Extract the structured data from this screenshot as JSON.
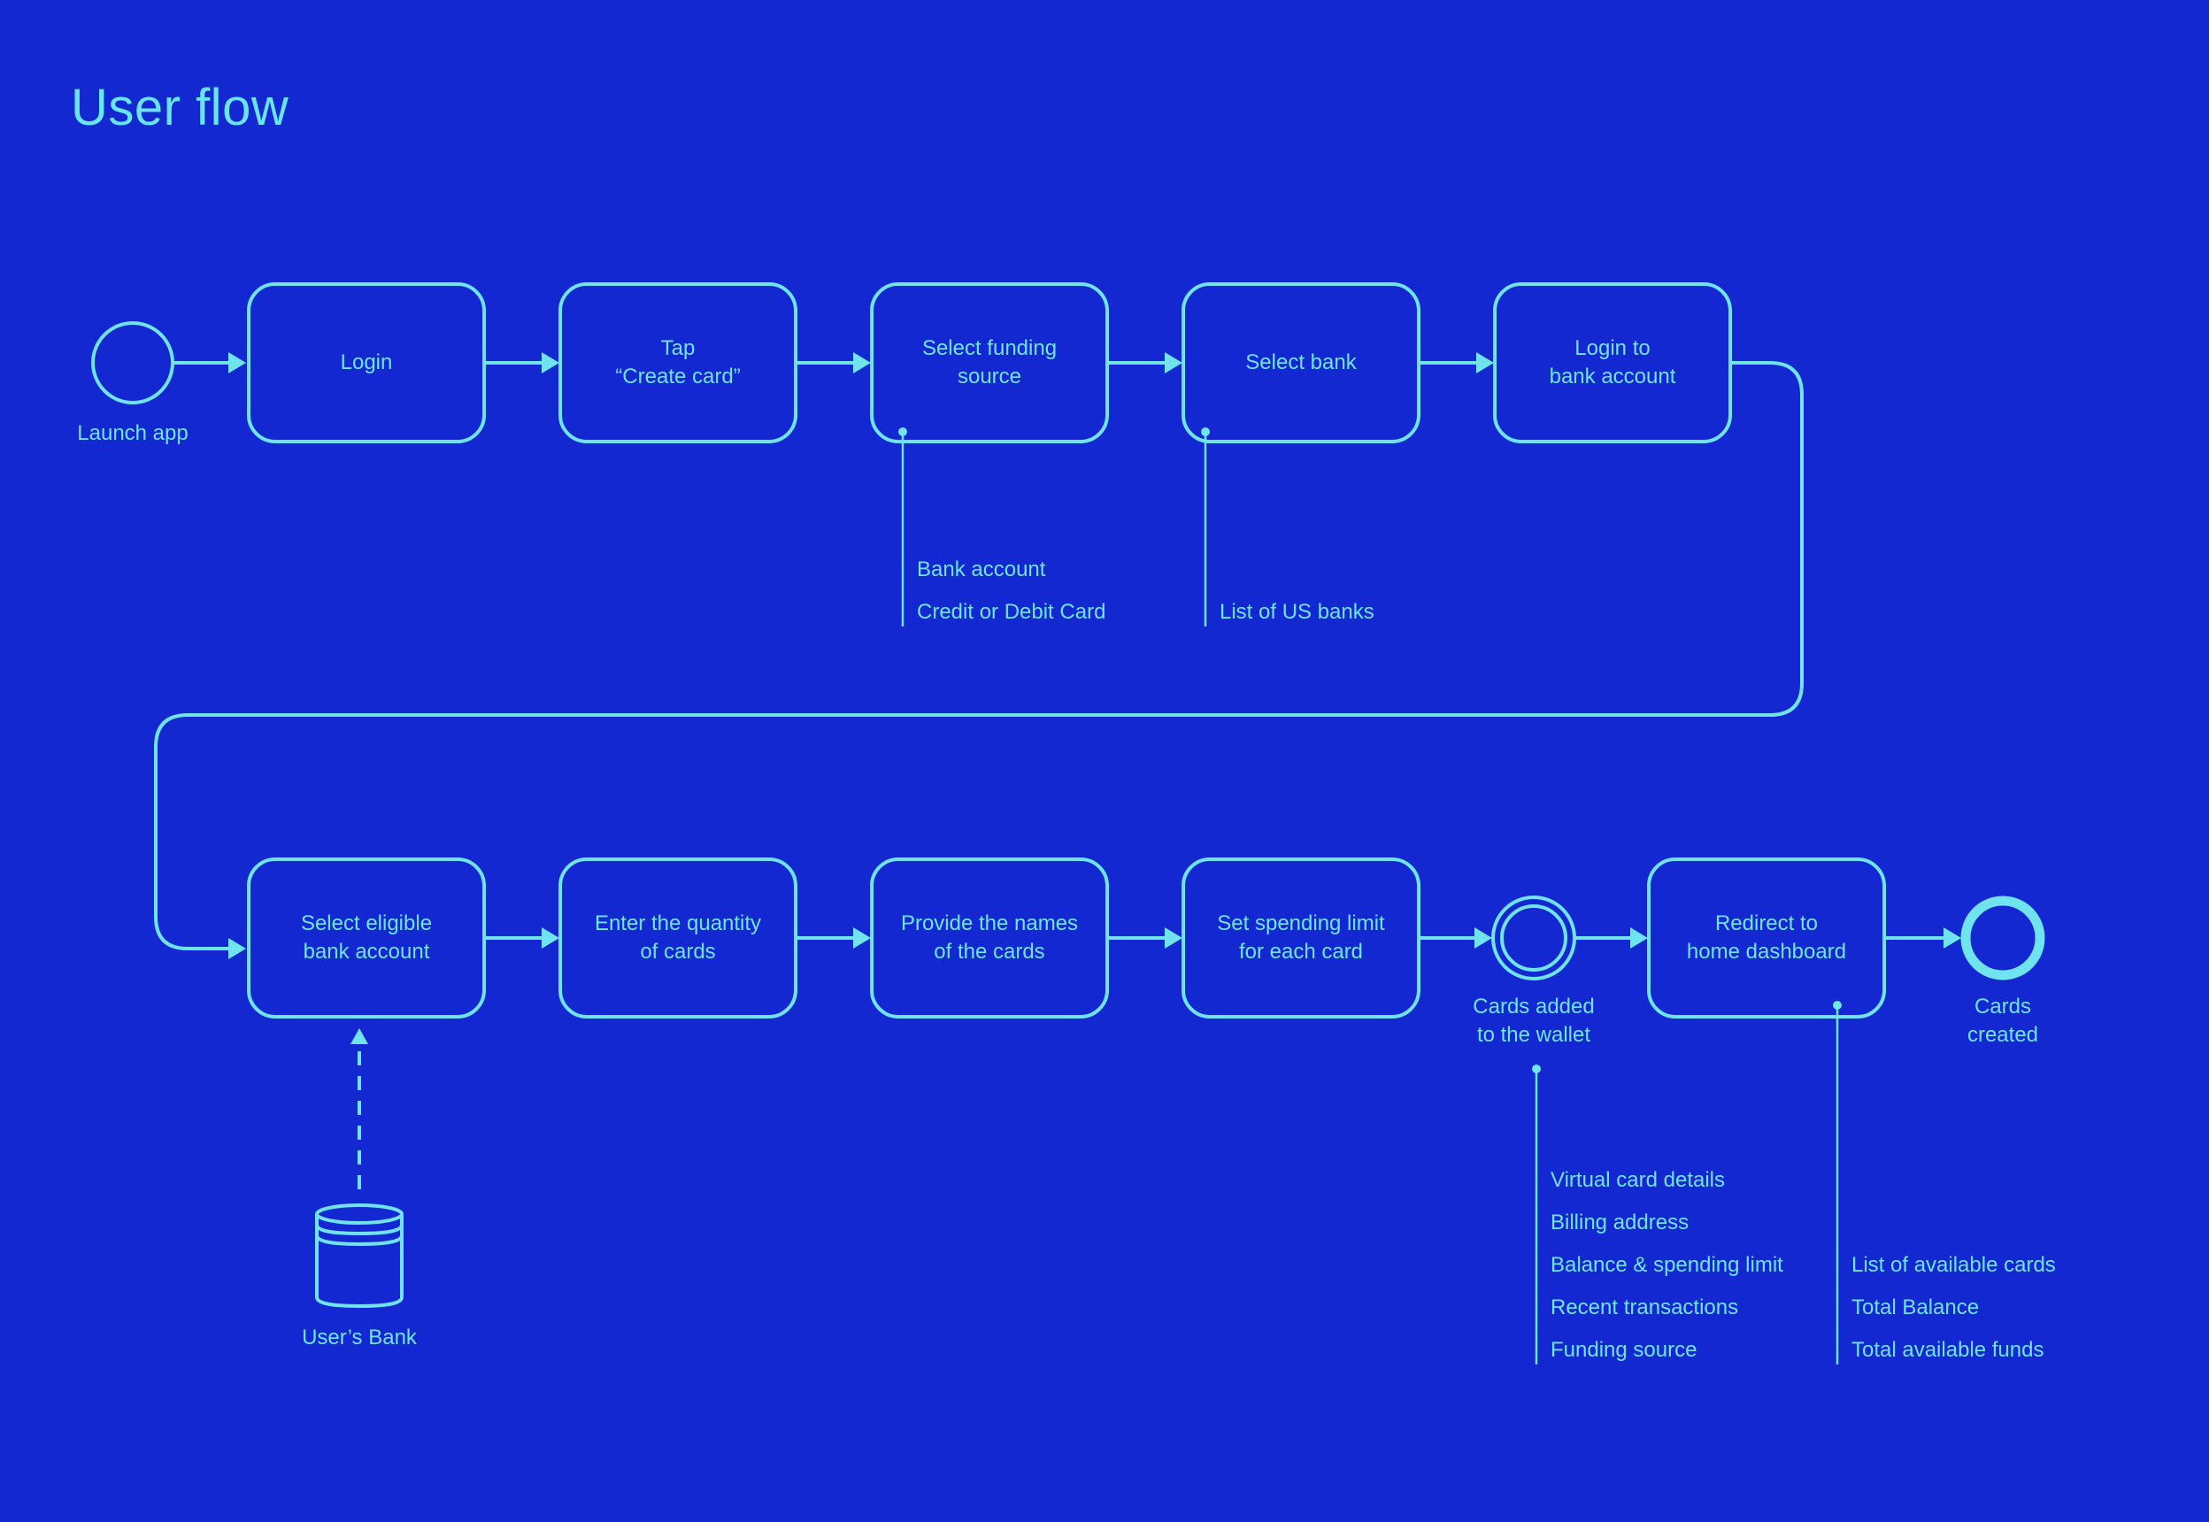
{
  "title": "User flow",
  "colors": {
    "background": "#1428d2",
    "line": "#6fe4ef",
    "text": "#6fe4ef"
  },
  "start_event": {
    "label": "Launch app"
  },
  "steps_row1": [
    {
      "label": "Login"
    },
    {
      "label": "Tap\n“Create card”"
    },
    {
      "label": "Select funding\nsource"
    },
    {
      "label": "Select bank"
    },
    {
      "label": "Login to\nbank account"
    }
  ],
  "steps_row2": [
    {
      "label": "Select eligible\nbank account"
    },
    {
      "label": "Enter the quantity\nof cards"
    },
    {
      "label": "Provide the names\nof the cards"
    },
    {
      "label": "Set spending limit\nfor each card"
    }
  ],
  "intermediate_event": {
    "label": "Cards added\nto the wallet"
  },
  "step_redirect": {
    "label": "Redirect to\nhome dashboard"
  },
  "end_event": {
    "label": "Cards\ncreated"
  },
  "data_store": {
    "label": "User’s Bank",
    "icon": "database-icon"
  },
  "notes": {
    "funding_source": [
      "Bank account",
      "Credit or Debit Card"
    ],
    "select_bank": [
      "List of US banks"
    ],
    "wallet": [
      "Virtual card details",
      "Billing address",
      "Balance & spending limit",
      "Recent transactions",
      "Funding source"
    ],
    "dashboard": [
      "List of available cards",
      "Total Balance",
      "Total available funds"
    ]
  }
}
